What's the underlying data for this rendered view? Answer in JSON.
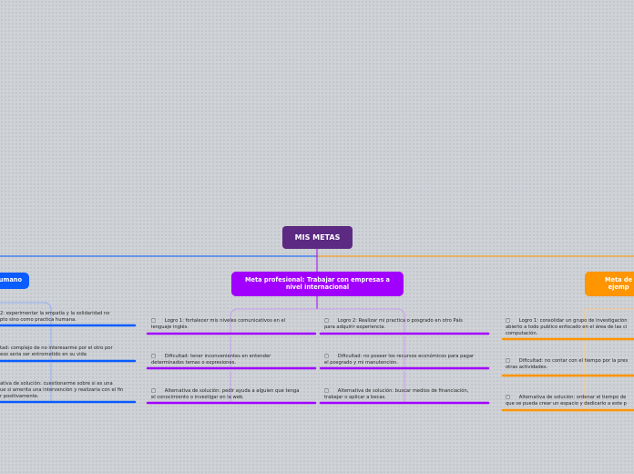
{
  "root": {
    "title": "MIS METAS"
  },
  "branches": {
    "left": {
      "title": "umano",
      "color": "#0a5cff",
      "items": [
        "2: experimentar la empatía y la solidaridad no\npto sino como practica humana.",
        "tad: complejo de no interesarme por el otro por\neso seria ser entrometido en su vida",
        "ativa de solución: cuestionarme sobre si es una\nue si amerita una intervención y realizaria con el fin\nr positivamente."
      ]
    },
    "center": {
      "title": "Meta profesional: Trabajar con empresas a nivel internacional",
      "color": "#a100ff",
      "col1": [
        "□      Logro 1: fortalecer mis niveles comunicativos en el\nlenguaje inglés.",
        "□      Dificultad: tener inconvenientes en entender\ndeterminados temas o expresiones.",
        "□      Alternativa de solución: pedir ayuda a alguien que tenga\nel conocimiento o investigar en la web."
      ],
      "col2": [
        "□      Logro 2: Realizar mi practica o posgrado en otro País\npara adquirir experiencia.",
        "□      Dificultad: no poseer los recursos económicos para pagar\nel posgrado y mi manutención.",
        "□      Alternativa de solución: buscar medios de financiación,\ntrabajar o aplicar a becas."
      ]
    },
    "right": {
      "title": "Meta de\nejemp",
      "color": "#ff9500",
      "items": [
        "□      Logro 1: consolidar un grupo de investigación\nabierto a todo publico enfocado en el área de las ci\ncomputación.",
        "□      Dificultad: no contar con el tiempo por la pres\notras actividades.",
        "□      Alternativa de solución: ordenar el tiempo de\nque se pueda crear un espacio y dedicarlo a este p"
      ]
    }
  }
}
